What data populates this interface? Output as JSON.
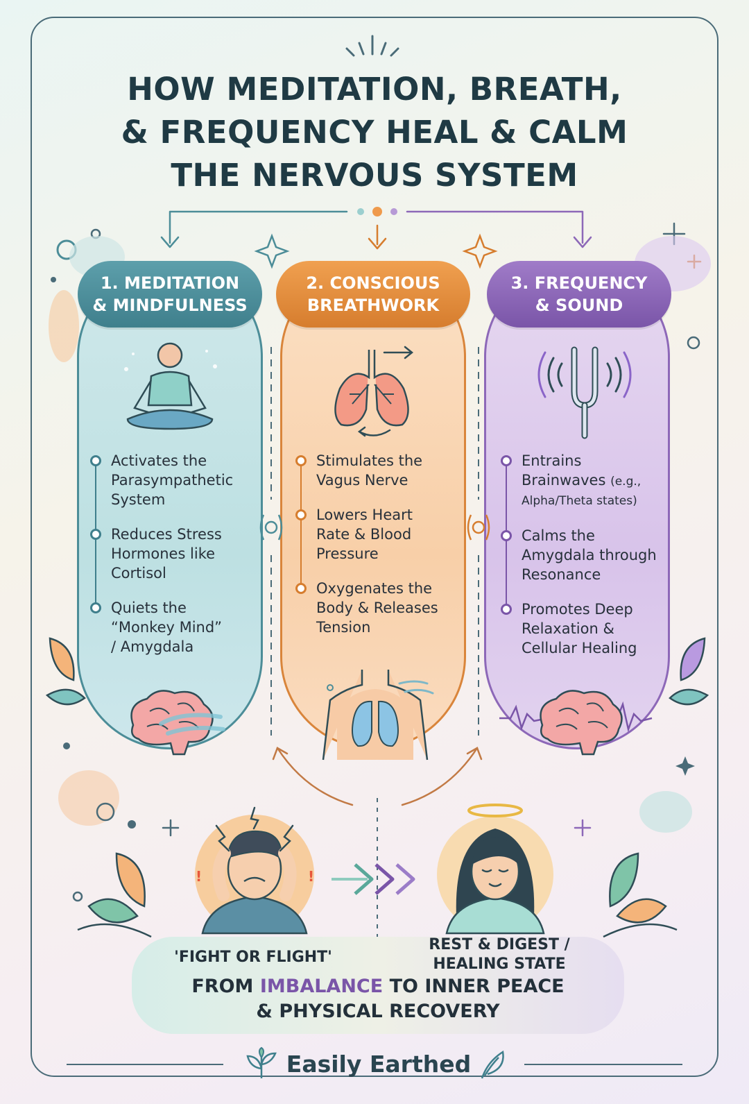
{
  "title_lines": [
    "HOW MEDITATION, BREATH,",
    "& FREQUENCY HEAL & CALM",
    "THE NERVOUS SYSTEM"
  ],
  "columns": [
    {
      "heading_lines": [
        "1. MEDITATION",
        "& MINDFULNESS"
      ],
      "color": "#3f7f8c",
      "bullets": [
        {
          "lines": [
            "Activates the",
            "Parasympathetic",
            "System"
          ]
        },
        {
          "lines": [
            "Reduces Stress",
            "Hormones like",
            "Cortisol"
          ]
        },
        {
          "lines": [
            "Quiets the",
            "“Monkey Mind”",
            "/ Amygdala"
          ]
        }
      ]
    },
    {
      "heading_lines": [
        "2. CONSCIOUS",
        "BREATHWORK"
      ],
      "color": "#d67d2e",
      "bullets": [
        {
          "lines": [
            "Stimulates the",
            "Vagus Nerve"
          ]
        },
        {
          "lines": [
            "Lowers Heart",
            "Rate & Blood",
            "Pressure"
          ]
        },
        {
          "lines": [
            "Oxygenates the",
            "Body & Releases",
            "Tension"
          ]
        }
      ]
    },
    {
      "heading_lines": [
        "3. FREQUENCY",
        "& SOUND"
      ],
      "color": "#7a55a8",
      "bullets": [
        {
          "lines": [
            "Entrains",
            "Brainwaves"
          ],
          "note_lines": [
            "(e.g.,",
            "Alpha/Theta states)"
          ]
        },
        {
          "lines": [
            "Calms the",
            "Amygdala through",
            "Resonance"
          ]
        },
        {
          "lines": [
            "Promotes Deep",
            "Relaxation &",
            "Cellular Healing"
          ]
        }
      ]
    }
  ],
  "states": {
    "before": "'FIGHT OR FLIGHT'",
    "after_lines": [
      "REST & DIGEST /",
      "HEALING STATE"
    ]
  },
  "tagline": {
    "before": "FROM ",
    "highlight": "IMBALANCE",
    "after_line1": " TO INNER PEACE",
    "line2": "& PHYSICAL RECOVERY"
  },
  "brand": "Easily Earthed",
  "colors": {
    "teal": "#3f7f8c",
    "orange": "#d67d2e",
    "purple": "#7a55a8",
    "title": "#1f3a44"
  },
  "icons": [
    "meditation-person-icon",
    "lungs-icon",
    "tuning-fork-icon",
    "brain-icon",
    "chest-lungs-icon",
    "stressed-person-icon",
    "calm-person-icon",
    "leaf-icon",
    "sparkle-icon",
    "vagus-loop-icon"
  ]
}
